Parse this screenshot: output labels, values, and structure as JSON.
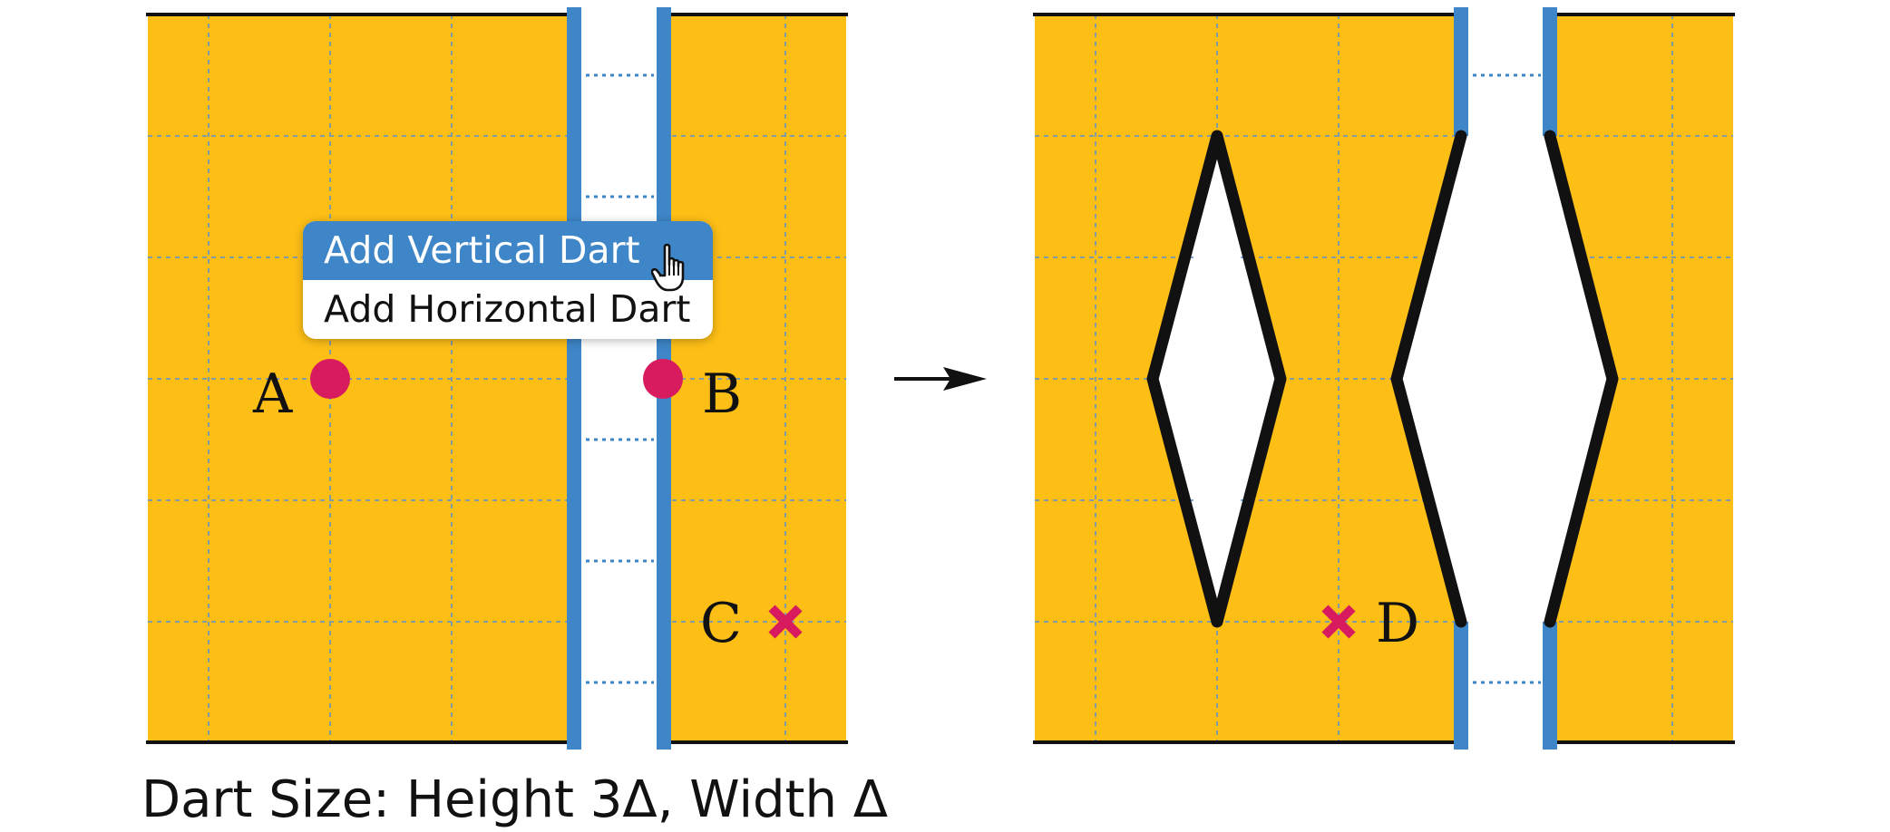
{
  "context_menu": {
    "items": [
      {
        "label": "Add Vertical Dart",
        "state": "hovered"
      },
      {
        "label": "Add Horizontal Dart",
        "state": "normal"
      }
    ]
  },
  "points": {
    "a": "A",
    "b": "B",
    "c": "C",
    "d": "D"
  },
  "caption": "Dart Size: Height 3Δ, Width Δ",
  "colors": {
    "fabric": "#FDBE16",
    "grid": "#5A8FD6",
    "seam": "#3E86C7",
    "marker": "#D81A5E",
    "outline": "#111111",
    "menu_highlight": "#3E86C7"
  },
  "icons": {
    "cursor": "hand-pointer-icon",
    "arrow": "right-arrow-icon",
    "cross": "cross-mark-icon",
    "dot": "point-dot-icon"
  }
}
